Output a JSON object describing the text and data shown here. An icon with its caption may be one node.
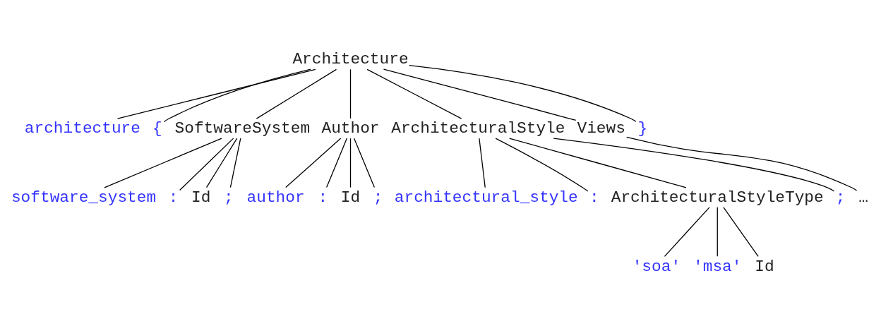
{
  "diagram": {
    "nodes": [
      {
        "text": [
          "Architecture"
        ]
      },
      {
        "text": [
          "architecture"
        ]
      },
      {
        "text": [
          "{"
        ]
      },
      {
        "text": [
          "SoftwareSystem"
        ]
      },
      {
        "text": [
          "Author"
        ]
      },
      {
        "text": [
          "ArchitecturalStyle"
        ]
      },
      {
        "text": [
          "Views"
        ]
      },
      {
        "text": [
          "}"
        ]
      },
      {
        "text": [
          "software_system"
        ]
      },
      {
        "text": [
          ":"
        ]
      },
      {
        "text": [
          "Id"
        ]
      },
      {
        "text": [
          ";"
        ]
      },
      {
        "text": [
          "author"
        ]
      },
      {
        "text": [
          ":"
        ]
      },
      {
        "text": [
          "Id"
        ]
      },
      {
        "text": [
          ";"
        ]
      },
      {
        "text": [
          "architectural_style"
        ]
      },
      {
        "text": [
          ":"
        ]
      },
      {
        "text": [
          "ArchitecturalStyleType"
        ]
      },
      {
        "text": [
          ";"
        ]
      },
      {
        "text": [
          "…"
        ]
      },
      {
        "text": [
          "'soa'"
        ]
      },
      {
        "text": [
          "'msa'"
        ]
      },
      {
        "text": [
          "Id"
        ]
      }
    ],
    "edges": [
      {
        "from": 0,
        "to": 1,
        "arrow": "none"
      },
      {
        "from": 0,
        "to": 2,
        "arrow": "none"
      },
      {
        "from": 0,
        "to": 3,
        "arrow": "none"
      },
      {
        "from": 0,
        "to": 4,
        "arrow": "none"
      },
      {
        "from": 0,
        "to": 5,
        "arrow": "none"
      },
      {
        "from": 0,
        "to": 6,
        "arrow": "none"
      },
      {
        "from": 0,
        "to": 7,
        "arrow": "none"
      },
      {
        "from": 3,
        "to": 8,
        "arrow": "none"
      },
      {
        "from": 3,
        "to": 9,
        "arrow": "none"
      },
      {
        "from": 3,
        "to": 10,
        "arrow": "none"
      },
      {
        "from": 3,
        "to": 11,
        "arrow": "none"
      },
      {
        "from": 4,
        "to": 12,
        "arrow": "none"
      },
      {
        "from": 4,
        "to": 13,
        "arrow": "none"
      },
      {
        "from": 4,
        "to": 14,
        "arrow": "none"
      },
      {
        "from": 4,
        "to": 15,
        "arrow": "none"
      },
      {
        "from": 5,
        "to": 16,
        "arrow": "none"
      },
      {
        "from": 5,
        "to": 17,
        "arrow": "none"
      },
      {
        "from": 5,
        "to": 18,
        "arrow": "none"
      },
      {
        "from": 5,
        "to": 19,
        "arrow": "none"
      },
      {
        "from": 6,
        "to": 20,
        "arrow": "none"
      },
      {
        "from": 18,
        "to": 21,
        "arrow": "none"
      },
      {
        "from": 18,
        "to": 22,
        "arrow": "none"
      },
      {
        "from": 18,
        "to": 23,
        "arrow": "none"
      }
    ]
  }
}
